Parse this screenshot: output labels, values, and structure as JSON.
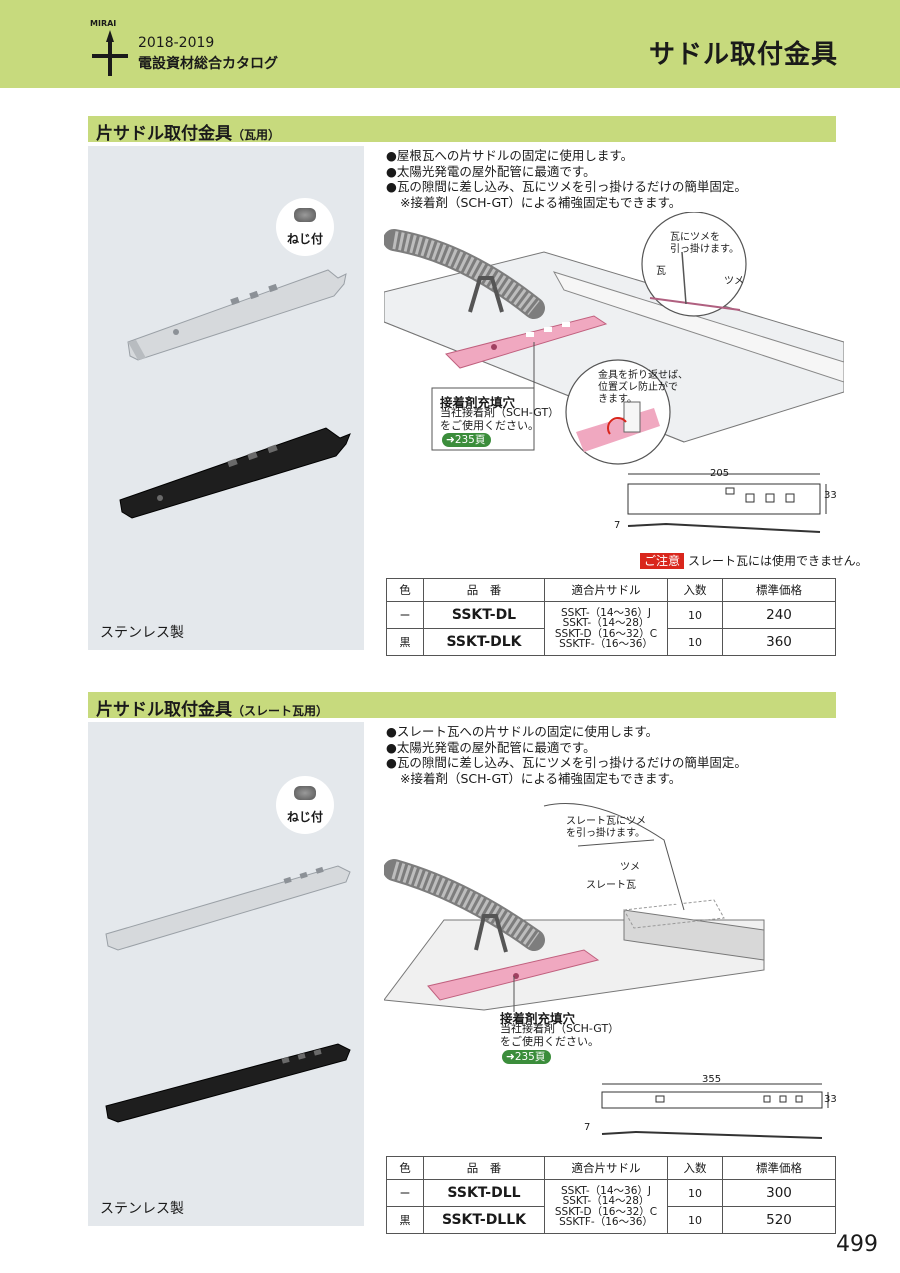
{
  "header": {
    "brand": "MIRAI",
    "year": "2018-2019",
    "catalog": "電設資材総合カタログ",
    "title": "サドル取付金具"
  },
  "sections": [
    {
      "title": "片サドル取付金具",
      "subtitle": "（瓦用）",
      "badge": "ねじ付",
      "material": "ステンレス製",
      "bullets": [
        "●屋根瓦への片サドルの固定に使用します。",
        "●太陽光発電の屋外配管に最適です。",
        "●瓦の隙間に差し込み、瓦にツメを引っ掛けるだけの簡単固定。",
        "※接着剤（SCH-GT）による補強固定もできます。"
      ],
      "diagram": {
        "callout_title": "接着剤充填穴",
        "callout_lines": [
          "当社接着剤（SCH-GT）",
          "をご使用ください。"
        ],
        "ref": "235頁",
        "note_hook": [
          "瓦にツメを",
          "引っ掛けます。"
        ],
        "label_tile": "瓦",
        "label_claw": "ツメ",
        "note_fold": [
          "金具を折り返せば、",
          "位置ズレ防止がで",
          "きます。"
        ],
        "dim_length": "205",
        "dim_width": "33",
        "dim_height": "7"
      },
      "caution": {
        "tag": "ご注意",
        "text": "スレート瓦には使用できません。"
      },
      "table": {
        "headers": [
          "色",
          "品　番",
          "適合片サドル",
          "入数",
          "標準価格"
        ],
        "compat": [
          "SSKT-（14〜36）J",
          "SSKT-（14〜28）",
          "SSKT-D（16〜32）C",
          "SSKTF-（16〜36）"
        ],
        "rows": [
          {
            "color": "ー",
            "part": "SSKT-DL",
            "qty": "10",
            "price": "240"
          },
          {
            "color": "黒",
            "part": "SSKT-DLK",
            "qty": "10",
            "price": "360"
          }
        ]
      }
    },
    {
      "title": "片サドル取付金具",
      "subtitle": "（スレート瓦用）",
      "badge": "ねじ付",
      "material": "ステンレス製",
      "bullets": [
        "●スレート瓦への片サドルの固定に使用します。",
        "●太陽光発電の屋外配管に最適です。",
        "●瓦の隙間に差し込み、瓦にツメを引っ掛けるだけの簡単固定。",
        "※接着剤（SCH-GT）による補強固定もできます。"
      ],
      "diagram": {
        "callout_title": "接着剤充填穴",
        "callout_lines": [
          "当社接着剤（SCH-GT）",
          "をご使用ください。"
        ],
        "ref": "235頁",
        "note_hook": [
          "スレート瓦にツメ",
          "を引っ掛けます。"
        ],
        "label_tile": "スレート瓦",
        "label_claw": "ツメ",
        "dim_length": "355",
        "dim_width": "33",
        "dim_height": "7"
      },
      "table": {
        "headers": [
          "色",
          "品　番",
          "適合片サドル",
          "入数",
          "標準価格"
        ],
        "compat": [
          "SSKT-（14〜36）J",
          "SSKT-（14〜28）",
          "SSKT-D（16〜32）C",
          "SSKTF-（16〜36）"
        ],
        "rows": [
          {
            "color": "ー",
            "part": "SSKT-DLL",
            "qty": "10",
            "price": "300"
          },
          {
            "color": "黒",
            "part": "SSKT-DLLK",
            "qty": "10",
            "price": "520"
          }
        ]
      }
    }
  ],
  "page_number": "499",
  "colors": {
    "band": "#c7da7d",
    "accent_pink": "#f0a8c0",
    "ref_green": "#3b8d3b",
    "caution_red": "#d9261c"
  },
  "icons": [
    "arrow-right-icon",
    "screw-icon"
  ]
}
